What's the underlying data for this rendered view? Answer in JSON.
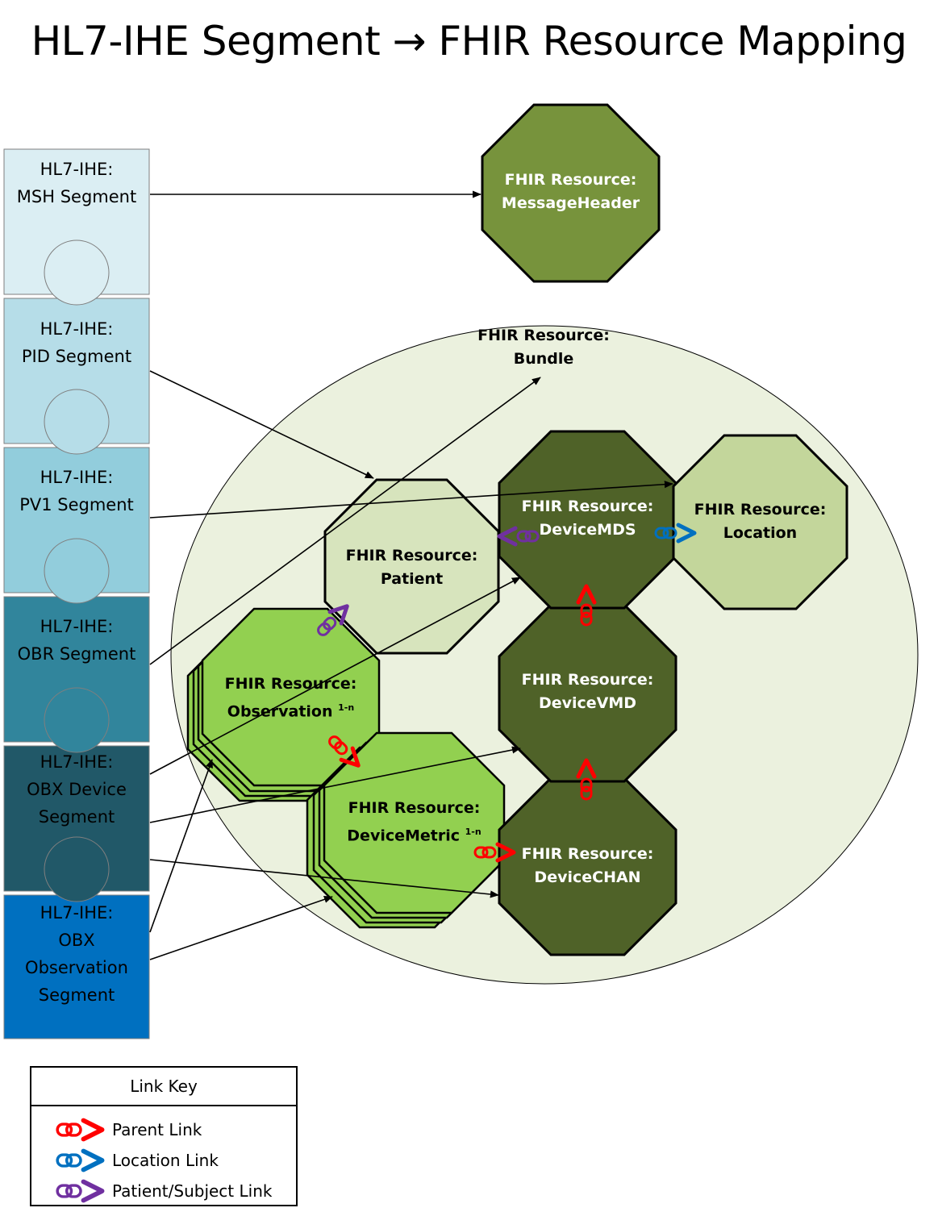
{
  "title": "HL7-IHE Segment → FHIR Resource Mapping",
  "segments": [
    {
      "line1": "HL7-IHE:",
      "line2": "MSH Segment",
      "line3": "",
      "line4": "",
      "color": "#dbeef3"
    },
    {
      "line1": "HL7-IHE:",
      "line2": "PID Segment",
      "line3": "",
      "line4": "",
      "color": "#b6dde8"
    },
    {
      "line1": "HL7-IHE:",
      "line2": "PV1 Segment",
      "line3": "",
      "line4": "",
      "color": "#92cddc"
    },
    {
      "line1": "HL7-IHE:",
      "line2": "OBR Segment",
      "line3": "",
      "line4": "",
      "color": "#31859c"
    },
    {
      "line1": "HL7-IHE:",
      "line2": "OBX Device",
      "line3": "Segment",
      "line4": "",
      "color": "#215868"
    },
    {
      "line1": "HL7-IHE:",
      "line2": "OBX",
      "line3": "Observation",
      "line4": "Segment",
      "color": "#0070c0"
    }
  ],
  "bundle": {
    "line1": "FHIR Resource:",
    "line2": "Bundle",
    "color": "#ebf1de"
  },
  "resources": {
    "message_header": {
      "line1": "FHIR Resource:",
      "line2": "MessageHeader",
      "sup": "",
      "color": "#77933c"
    },
    "patient": {
      "line1": "FHIR Resource:",
      "line2": "Patient",
      "sup": "",
      "color": "#d7e4bd"
    },
    "device_mds": {
      "line1": "FHIR Resource:",
      "line2": "DeviceMDS",
      "sup": "",
      "color": "#4f6228"
    },
    "location": {
      "line1": "FHIR Resource:",
      "line2": "Location",
      "sup": "",
      "color": "#c3d69b"
    },
    "device_vmd": {
      "line1": "FHIR Resource:",
      "line2": "DeviceVMD",
      "sup": "",
      "color": "#4f6228"
    },
    "observation": {
      "line1": "FHIR Resource:",
      "line2": "Observation",
      "sup": "1-n",
      "color": "#92d050"
    },
    "device_metric": {
      "line1": "FHIR Resource:",
      "line2": "DeviceMetric",
      "sup": "1-n",
      "color": "#92d050"
    },
    "device_chan": {
      "line1": "FHIR Resource:",
      "line2": "DeviceCHAN",
      "sup": "",
      "color": "#4f6228"
    }
  },
  "legend": {
    "title": "Link Key",
    "items": [
      {
        "label": "Parent Link",
        "icon": "parent-link-icon",
        "color": "#ff0000"
      },
      {
        "label": "Location Link",
        "icon": "location-link-icon",
        "color": "#0070c0"
      },
      {
        "label": "Patient/Subject Link",
        "icon": "patient-link-icon",
        "color": "#7030a0"
      }
    ]
  }
}
